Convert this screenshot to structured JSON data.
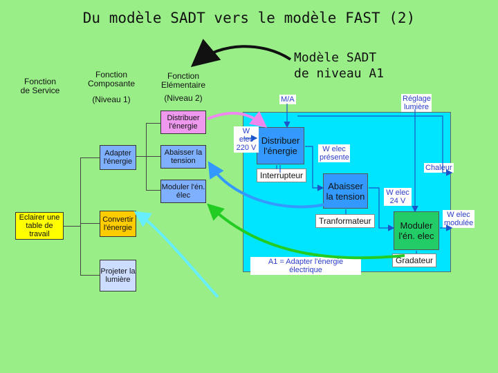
{
  "title": "Du modèle SADT vers le modèle FAST (2)",
  "sadt_title_line1": "Modèle SADT",
  "sadt_title_line2": "de niveau A1",
  "headers": {
    "service_line1": "Fonction",
    "service_line2": "de Service",
    "composante_line1": "Fonction",
    "composante_line2": "Composante",
    "composante_level": "(Niveau 1)",
    "elementaire_line1": "Fonction",
    "elementaire_line2": "Elémentaire",
    "elementaire_level": "(Niveau 2)"
  },
  "fast": {
    "service": "Eclairer une table de travail",
    "adapter": "Adapter l'énergie",
    "convertir": "Convertir l'énergie",
    "projeter": "Projeter la lumière",
    "distribuer": "Distribuer l'énergie",
    "abaisser": "Abaisser la tension",
    "moduler": "Moduler l'én. élec"
  },
  "sadt": {
    "ma": "M/A",
    "reglage": "Réglage lumière",
    "w_elec_220": "W elec 220 V",
    "distribuer_box": "Distribuer l'énergie",
    "w_elec_presente": "W elec présente",
    "interrupteur": "Interrupteur",
    "chaleur": "Chaleur",
    "abaisser_box": "Abaisser la tension",
    "w_elec_24": "W elec 24 V",
    "w_elec_modulee": "W elec modulée",
    "tranformateur": "Tranformateur",
    "moduler_box": "Moduler l'én. elec",
    "a1_label": "A1 = Adapter l'énergie électrique",
    "gradateur": "Gradateur"
  },
  "colors": {
    "background": "#99ee88",
    "panel": "#00e5ff",
    "fast_service": "#ffff00",
    "fast_adapter": "#7fb0ff",
    "fast_convertir": "#ffcc00",
    "fast_projeter": "#ccddff",
    "fast_distribuer": "#ee99ee",
    "sadt_blue": "#3399ff",
    "sadt_green": "#22cc66",
    "arrow_pink": "#ee88ee",
    "arrow_blue": "#3399ff",
    "arrow_green": "#22cc22",
    "arrow_cyan": "#66eeff"
  }
}
